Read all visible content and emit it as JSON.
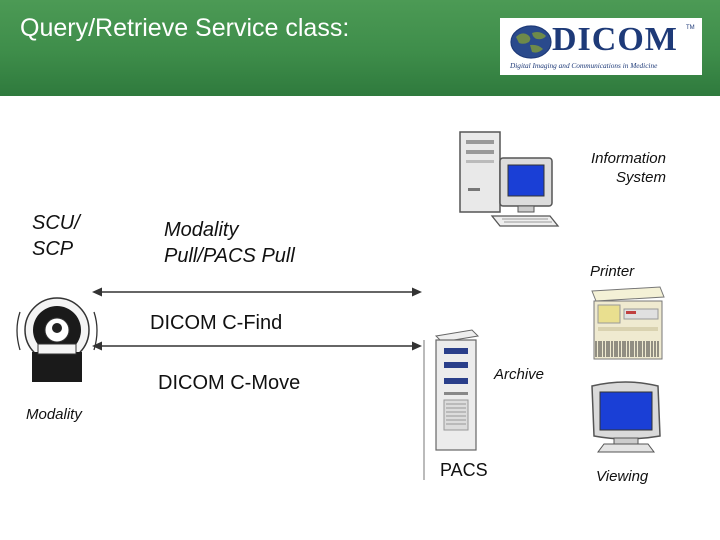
{
  "header": {
    "title": "Query/Retrieve Service class:",
    "logo_text": "DICOM",
    "logo_tagline": "Digital Imaging and Communications in Medicine"
  },
  "labels": {
    "scu_scp_line1": "SCU/",
    "scu_scp_line2": "SCP",
    "pull_line1": "Modality",
    "pull_line2": "Pull/PACS Pull",
    "info_line1": "Information",
    "info_line2": "System",
    "printer": "Printer",
    "cfind": "DICOM C-Find",
    "cmove": "DICOM C-Move",
    "archive": "Archive",
    "modality": "Modality",
    "pacs": "PACS",
    "viewing": "Viewing"
  },
  "colors": {
    "header_green": "#3e8d4a",
    "header_text": "#ffffff",
    "logo_blue": "#1e3a78",
    "arrow": "#333333",
    "monitor_blue": "#1a3fd6"
  },
  "icons": [
    "dicom-globe-icon",
    "workstation-icon",
    "printer-icon",
    "modality-scanner-icon",
    "pacs-server-icon",
    "viewing-monitor-icon"
  ]
}
